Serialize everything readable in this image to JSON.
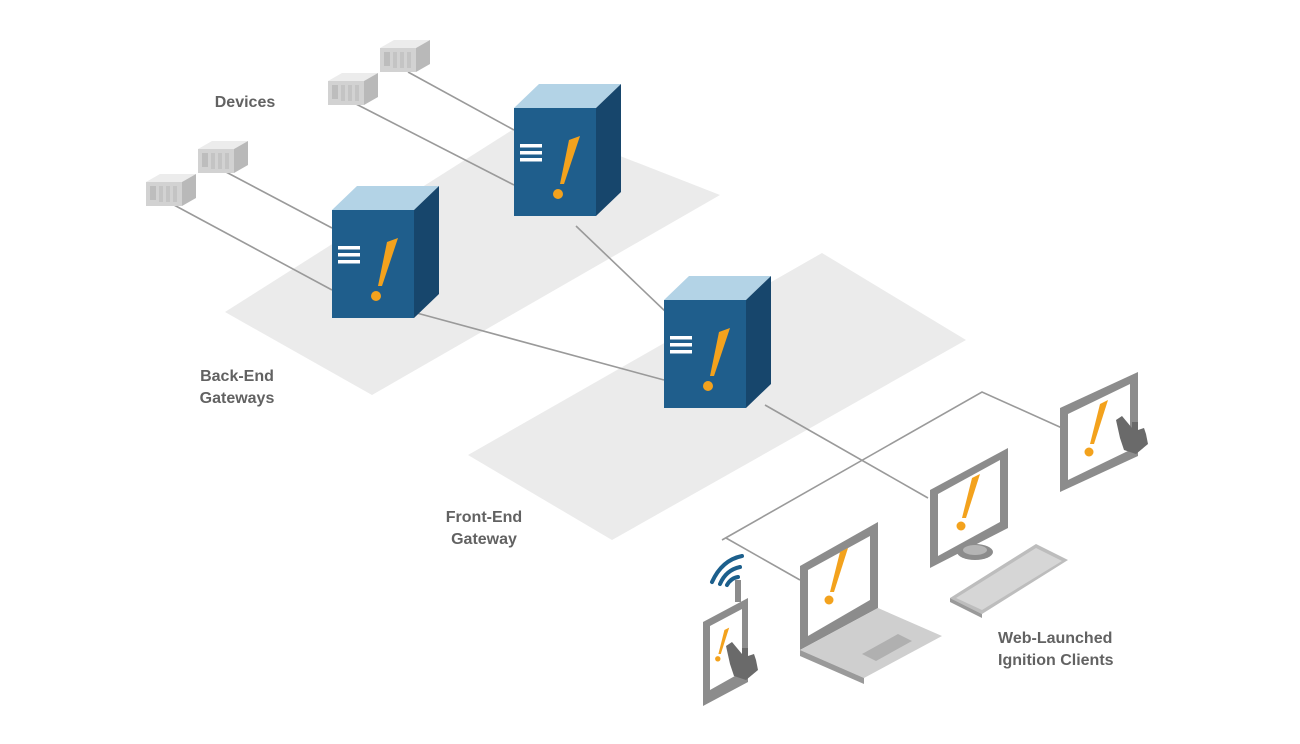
{
  "labels": {
    "devices": "Devices",
    "back_end_line1": "Back-End",
    "back_end_line2": "Gateways",
    "front_end_line1": "Front-End",
    "front_end_line2": "Gateway",
    "clients_line1": "Web-Launched",
    "clients_line2": "Ignition Clients"
  },
  "colors": {
    "server_front": "#1f5e8c",
    "server_side": "#17466c",
    "server_top": "#b3d3e6",
    "logo_orange": "#f3a21d",
    "platform": "#ebebeb",
    "wire": "#9a9a9a",
    "device": "#d2d2d2",
    "monitor_frame": "#8c8c8c",
    "label_text": "#626262",
    "wifi": "#1c5f8c"
  },
  "icons": {
    "server": "server-icon",
    "device": "plc-device-icon",
    "monitor": "monitor-icon",
    "touch_panel": "touch-panel-icon",
    "laptop": "laptop-icon",
    "phone": "phone-icon",
    "wifi": "wifi-icon",
    "hand": "hand-pointer-icon",
    "logo": "ignition-logo-icon",
    "keyboard": "keyboard-icon"
  }
}
